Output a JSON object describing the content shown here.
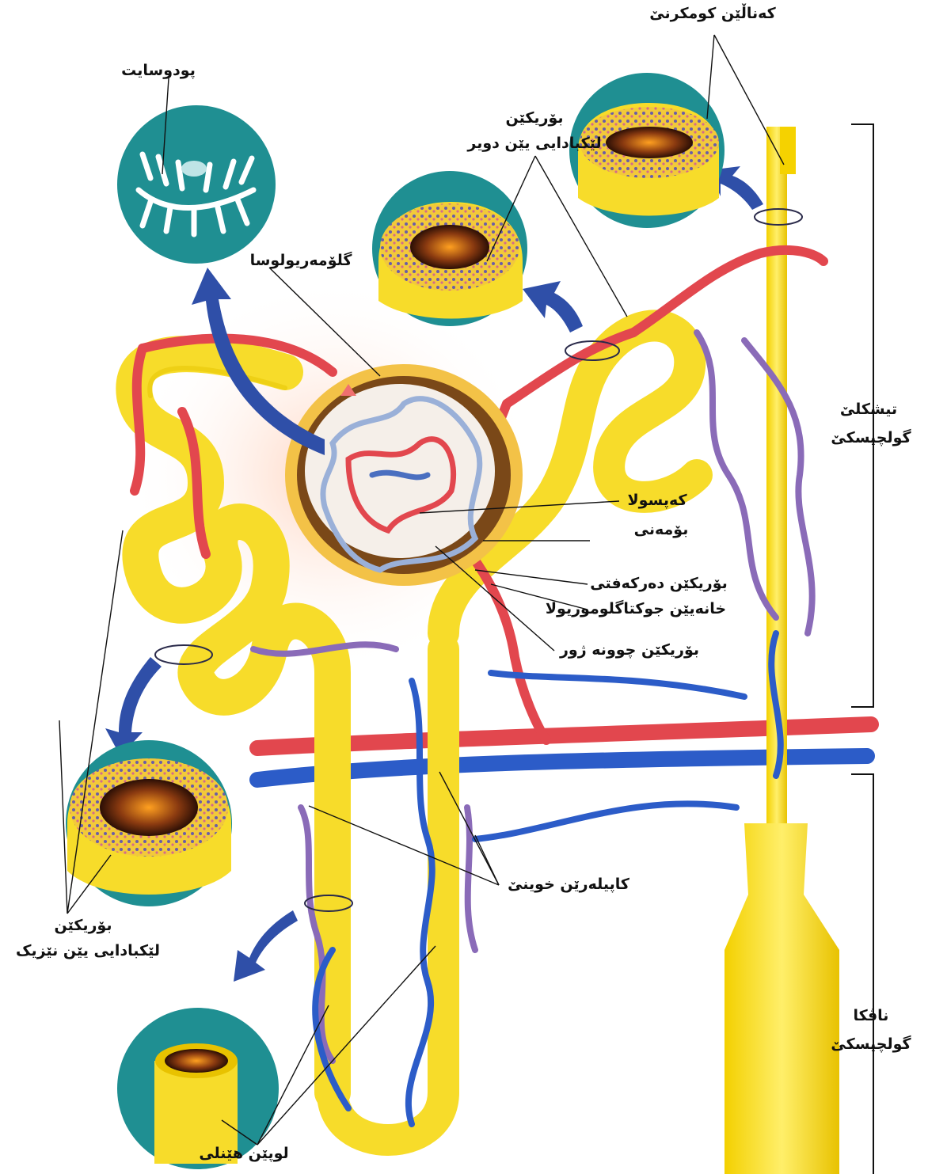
{
  "labels": {
    "collecting_duct": "کەناڵێن کومکرنێ",
    "podocyte": "پودوسایت",
    "distal_tubule_1": "بۆریکێن",
    "distal_tubule_2": "لێکبادایی یێن دویر",
    "glomerulus": "گلۆمەریولوسا",
    "bowman_1": "کەپسولا",
    "bowman_2": "بۆمەنی",
    "afferent": "بۆریکێن دەرکەفتی",
    "jg_cells": "خانەیێن جوکتاگلوموریولا",
    "efferent": "بۆریکێن چوونە ژور",
    "capillaries": "کاپیلەرێن خوینێ",
    "proximal_1": "بۆریکێن",
    "proximal_2": "لێکبادایی یێن نێزیک",
    "loop_henle": "لوپێن هێنلی",
    "cortex_1": "تیشکلێ",
    "cortex_2": "گولچیسکێ",
    "medulla_1": "ناڤکا",
    "medulla_2": "گولچیسکێ"
  },
  "colors": {
    "tubule": "#f7dc2a",
    "tubule_dark": "#e0b800",
    "artery": "#e2474e",
    "vein": "#2c5cc8",
    "capillary_purple": "#8a6bb8",
    "inset_teal": "#1f8f92",
    "arrow_blue": "#2f4fa8",
    "glomerulus_glow": "#ffd9c8",
    "line": "#111111"
  }
}
